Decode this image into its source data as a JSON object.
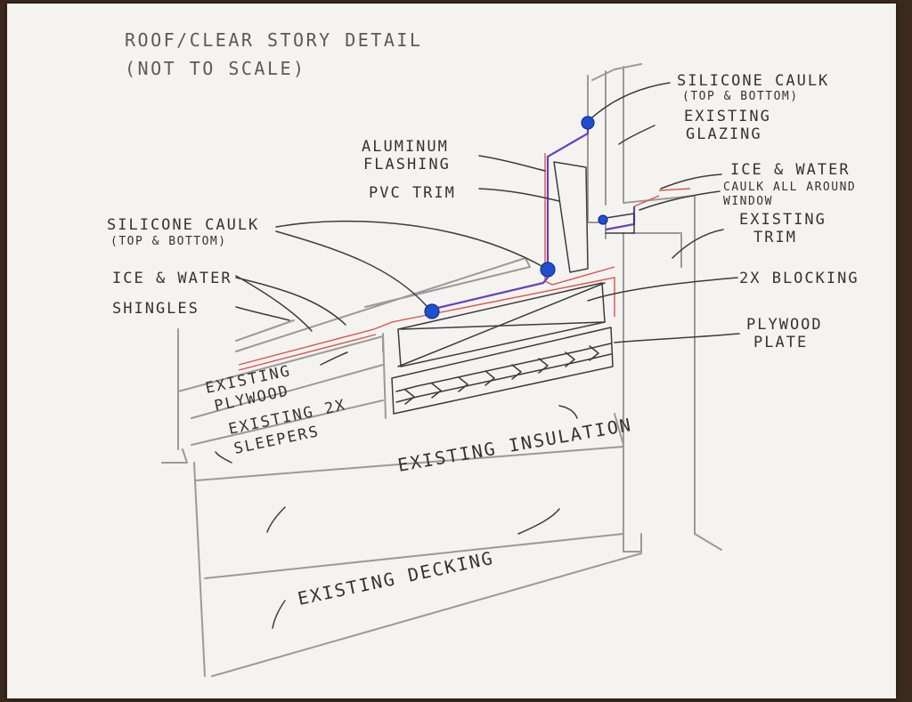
{
  "title": {
    "line1": "ROOF/CLEAR STORY DETAIL",
    "line2": "(NOT TO SCALE)"
  },
  "labels": {
    "silicone_caulk_top_line1": "SILICONE CAULK",
    "silicone_caulk_top_line2": "(TOP & BOTTOM)",
    "existing_glazing_line1": "EXISTING",
    "existing_glazing_line2": "GLAZING",
    "aluminum_flashing_line1": "ALUMINUM",
    "aluminum_flashing_line2": "FLASHING",
    "pvc_trim": "PVC TRIM",
    "ice_water_right": "ICE & WATER",
    "caulk_window_line1": "CAULK ALL AROUND",
    "caulk_window_line2": "WINDOW",
    "existing_trim_line1": "EXISTING",
    "existing_trim_line2": "TRIM",
    "silicone_caulk_left_line1": "SILICONE CAULK",
    "silicone_caulk_left_line2": "(TOP & BOTTOM)",
    "ice_water_left": "ICE & WATER",
    "shingles": "SHINGLES",
    "blocking": "2X BLOCKING",
    "plywood_plate_line1": "PLYWOOD",
    "plywood_plate_line2": "PLATE",
    "existing_plywood_line1": "EXISTING",
    "existing_plywood_line2": "PLYWOOD",
    "existing_sleepers_line1": "EXISTING 2X",
    "existing_sleepers_line2": "SLEEPERS",
    "existing_insulation": "EXISTING INSULATION",
    "existing_decking": "EXISTING DECKING"
  },
  "colors": {
    "paper": "#f4f3ef",
    "ink": "#333333",
    "pencil": "#9a9a9a",
    "ice_water": "#d9534f",
    "flashing": "#6a3fbf",
    "caulk": "#1f4fd0"
  }
}
